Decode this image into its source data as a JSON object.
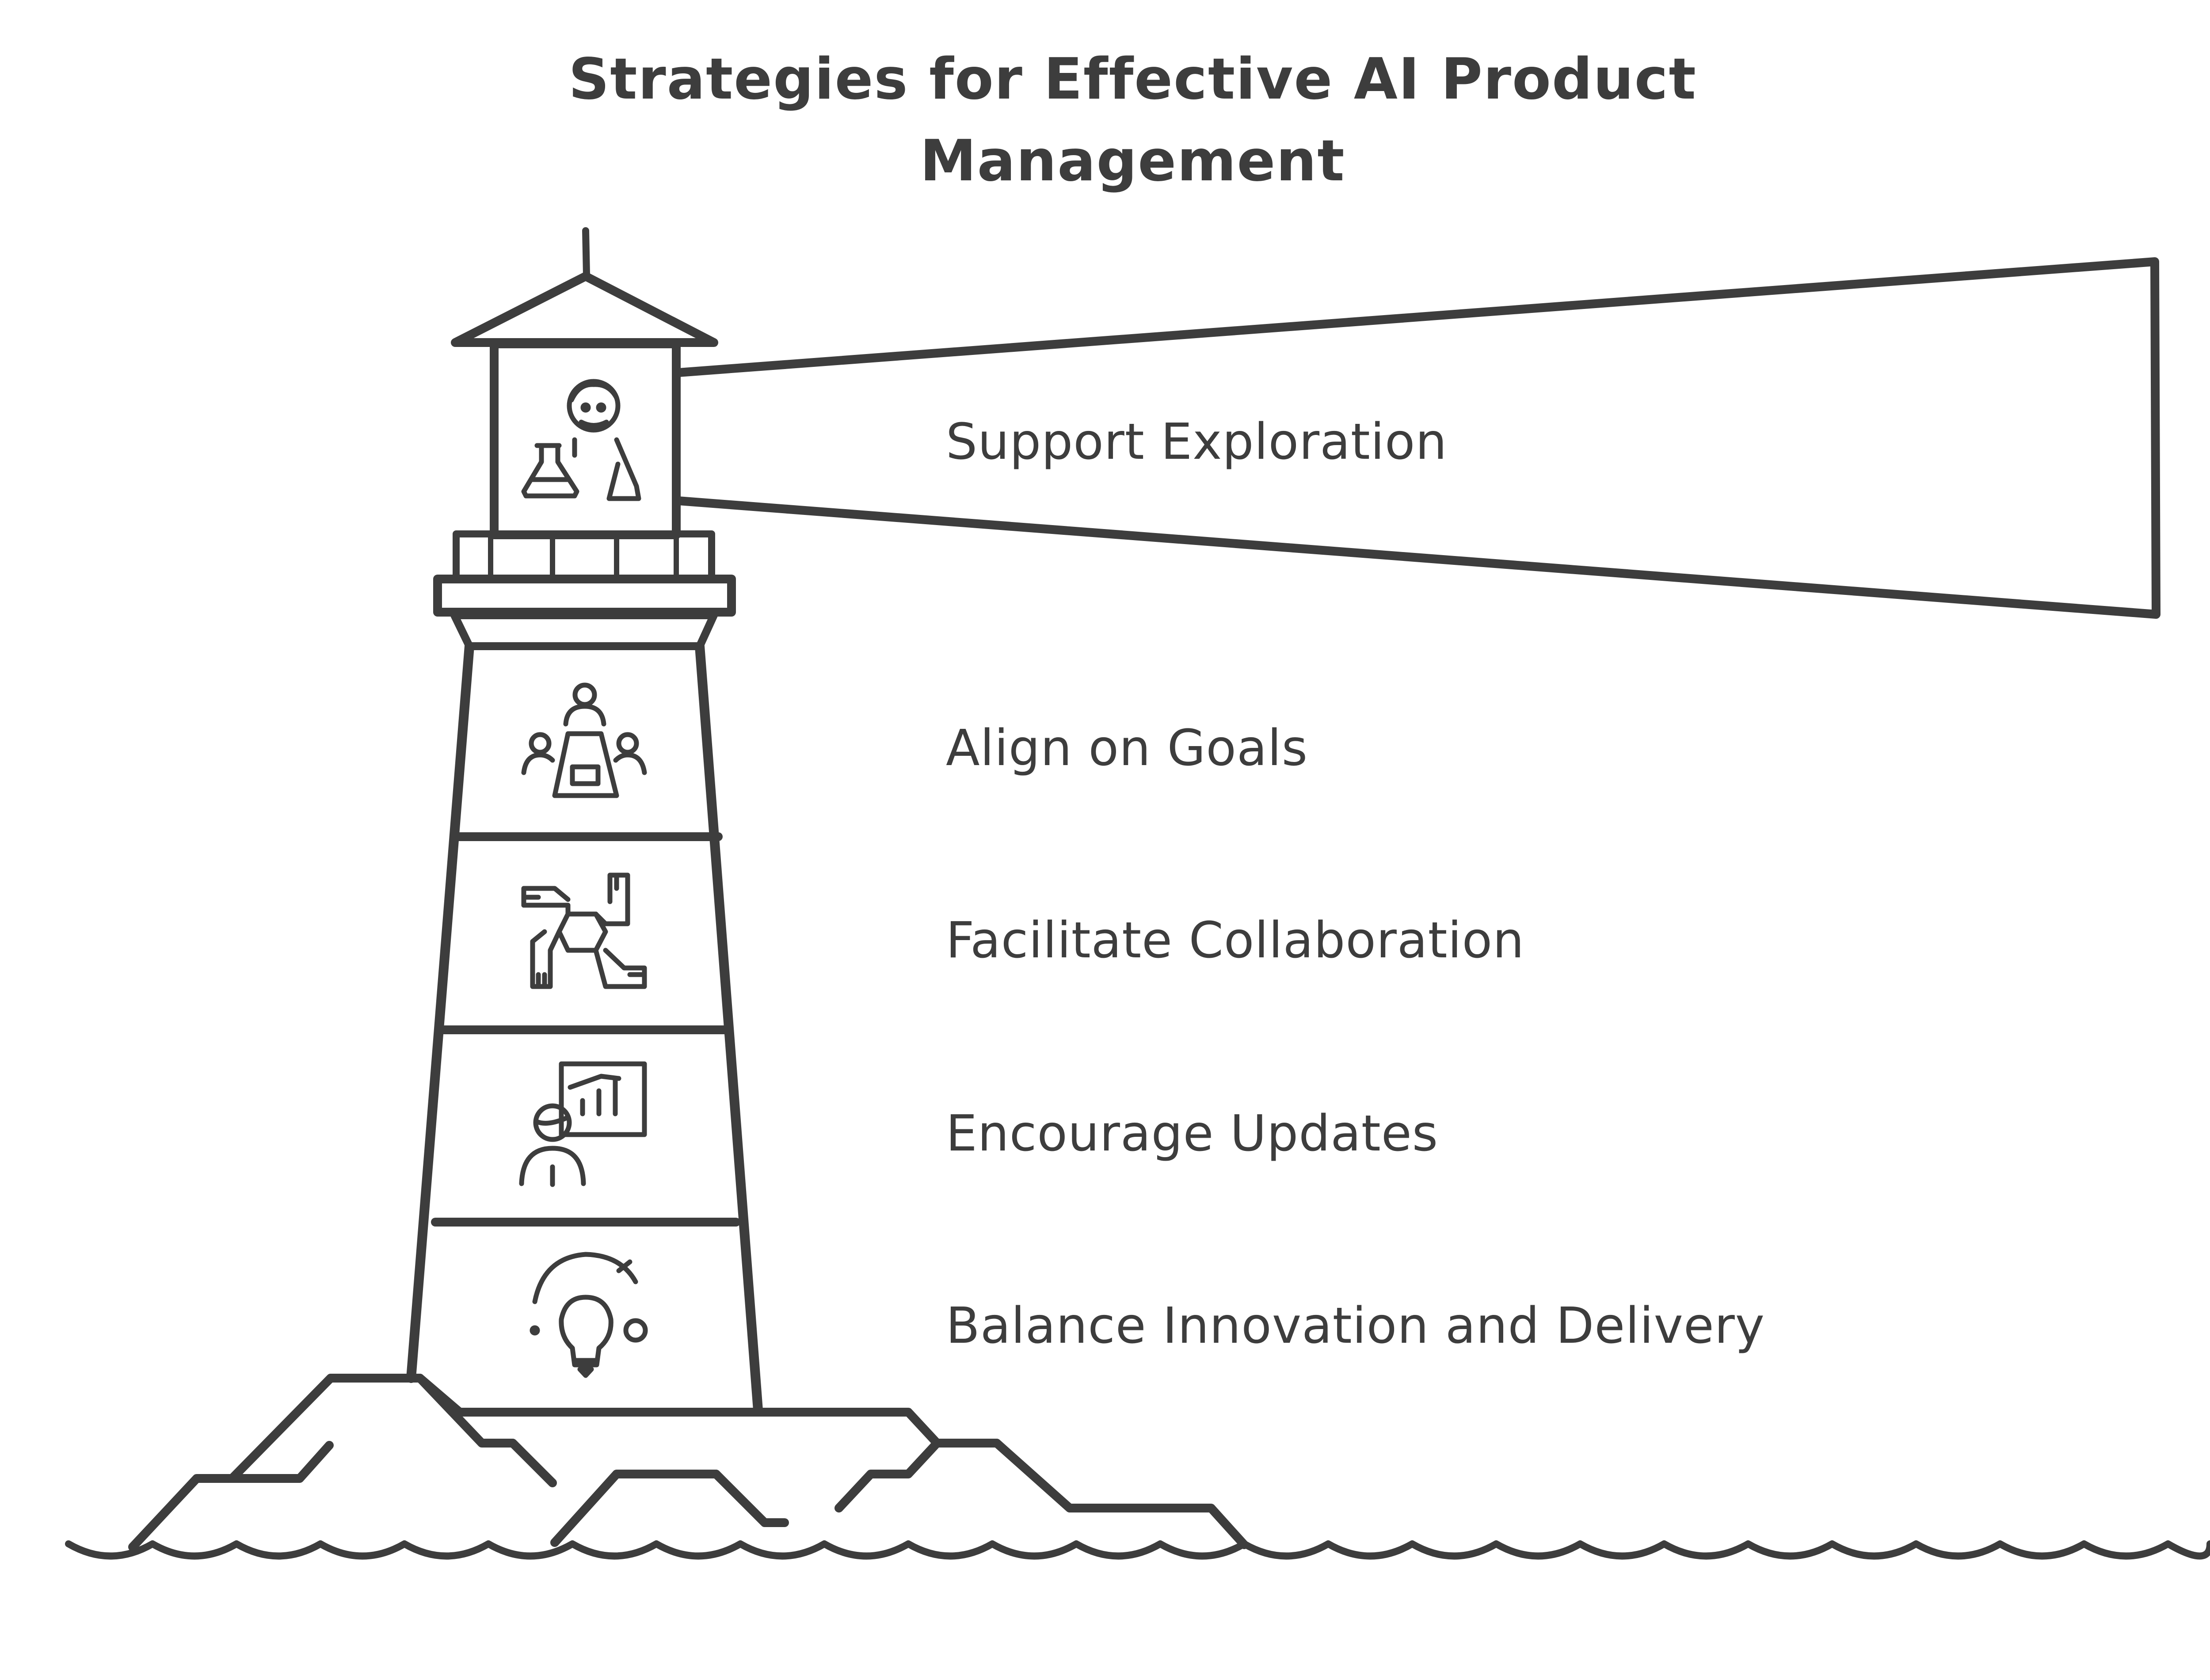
{
  "title": {
    "line1": "Strategies for Effective AI Product",
    "line2": "Management"
  },
  "strategies": [
    {
      "label": "Support Exploration",
      "icon": "scientist-icon"
    },
    {
      "label": "Align on Goals",
      "icon": "team-meeting-icon"
    },
    {
      "label": "Facilitate Collaboration",
      "icon": "joined-hands-icon"
    },
    {
      "label": "Encourage Updates",
      "icon": "presentation-chart-icon"
    },
    {
      "label": "Balance Innovation and Delivery",
      "icon": "lightbulb-balance-icon"
    }
  ],
  "colors": {
    "ink": "#3d3d3d",
    "background": "#ffffff"
  }
}
